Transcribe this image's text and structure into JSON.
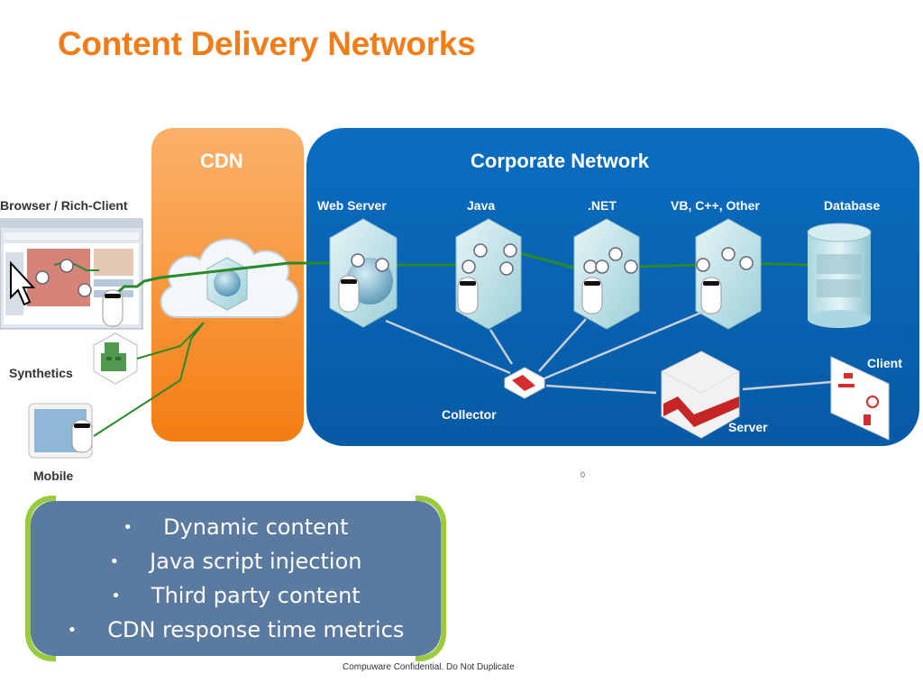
{
  "slide": {
    "title": "Content Delivery Networks",
    "footer": "Compuware Confidential. Do Not Duplicate",
    "page_marker": "0"
  },
  "sections": {
    "cdn": "CDN",
    "corporate": "Corporate Network"
  },
  "tiers": {
    "web_server": "Web Server",
    "java": "Java",
    "dotnet": ".NET",
    "other": "VB, C++, Other",
    "database": "Database"
  },
  "clients": {
    "browser": "Browser / Rich-Client",
    "synthetics": "Synthetics",
    "mobile": "Mobile"
  },
  "components": {
    "collector": "Collector",
    "server": "Server",
    "client": "Client"
  },
  "bullets": [
    "Dynamic content",
    "Java script injection",
    "Third party content",
    "CDN response time metrics"
  ],
  "colors": {
    "title": "#f07d1a",
    "cdn_panel": "#f5902a",
    "corporate_panel": "#0a6fc2",
    "transaction_line": "#2a8a2a",
    "bullet_box": "#5b7aa0",
    "bracket": "#9acb3c"
  },
  "icons": [
    "cloud-icon",
    "globe-icon",
    "stopwatch-icon",
    "agent-icon",
    "database-icon",
    "tablet-icon",
    "robot-icon",
    "cursor-icon"
  ]
}
